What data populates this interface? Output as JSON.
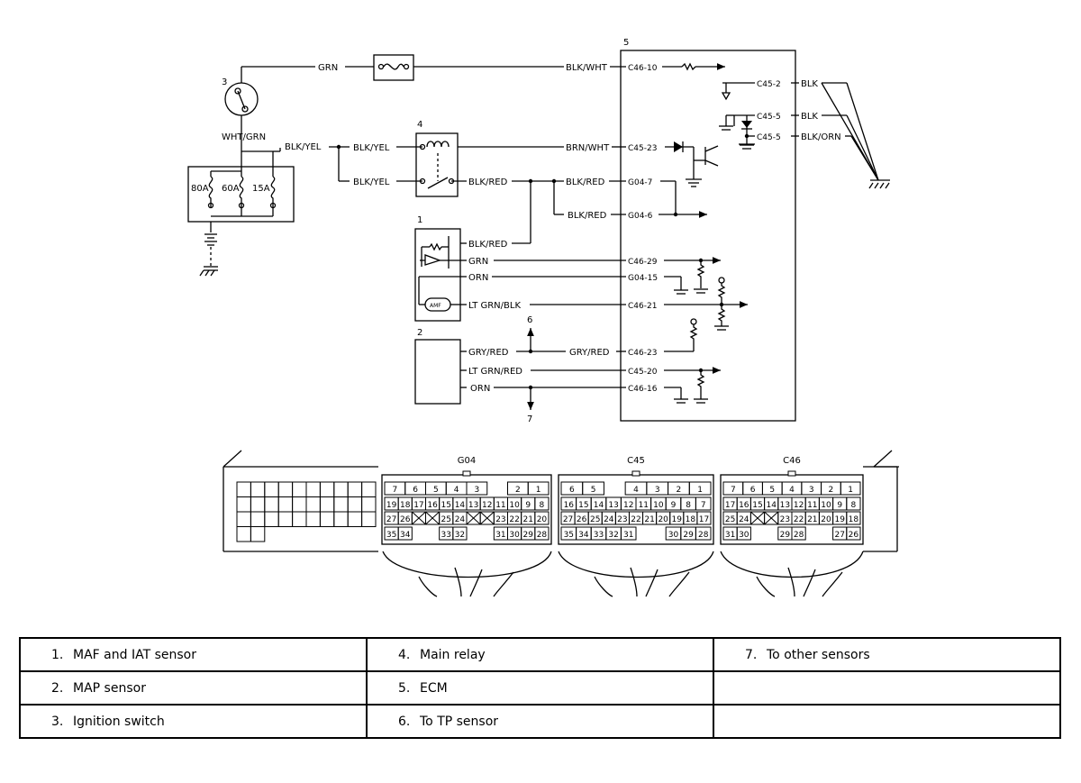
{
  "components": {
    "c1": "1",
    "c2": "2",
    "c3": "3",
    "c4": "4",
    "c5": "5",
    "c6": "6",
    "c7": "7"
  },
  "fuses": [
    "80A",
    "60A",
    "15A"
  ],
  "wires": {
    "grn_top": "GRN",
    "wht_grn": "WHT/GRN",
    "blk_yel": "BLK/YEL",
    "blk_wht": "BLK/WHT",
    "brn_wht": "BRN/WHT",
    "blk_red": "BLK/RED",
    "grn": "GRN",
    "orn": "ORN",
    "lt_grn_blk": "LT GRN/BLK",
    "gry_red": "GRY/RED",
    "lt_grn_red": "LT GRN/RED",
    "blk": "BLK",
    "blk_orn": "BLK/ORN"
  },
  "terminals": {
    "c46_10": "C46-10",
    "c45_2": "C45-2",
    "c45_5": "C45-5",
    "c45_23": "C45-23",
    "g04_7": "G04-7",
    "g04_6": "G04-6",
    "c46_29": "C46-29",
    "g04_15": "G04-15",
    "c46_21": "C46-21",
    "c46_23": "C46-23",
    "c45_20": "C45-20",
    "c46_16": "C46-16"
  },
  "maf_symbol": "AMF",
  "connectors": [
    {
      "name": "G04",
      "rows": [
        [
          "7",
          "6",
          "5",
          "4",
          "3",
          "",
          "2",
          "1"
        ],
        [
          "19",
          "18",
          "17",
          "16",
          "15",
          "14",
          "13",
          "12",
          "11",
          "10",
          "9",
          "8"
        ],
        [
          "27",
          "26",
          "x",
          "x",
          "25",
          "24",
          "x",
          "x",
          "23",
          "22",
          "21",
          "20"
        ],
        [
          "35",
          "34",
          "",
          "",
          "33",
          "32",
          "",
          "",
          "31",
          "30",
          "29",
          "28"
        ]
      ]
    },
    {
      "name": "C45",
      "rows": [
        [
          "6",
          "5",
          "",
          "4",
          "3",
          "2",
          "1"
        ],
        [
          "16",
          "15",
          "14",
          "13",
          "12",
          "11",
          "10",
          "9",
          "8",
          "7"
        ],
        [
          "27",
          "26",
          "25",
          "24",
          "23",
          "22",
          "21",
          "20",
          "19",
          "18",
          "17"
        ],
        [
          "35",
          "34",
          "33",
          "32",
          "31",
          "",
          "",
          "30",
          "29",
          "28"
        ]
      ]
    },
    {
      "name": "C46",
      "rows": [
        [
          "7",
          "6",
          "5",
          "4",
          "3",
          "2",
          "1"
        ],
        [
          "17",
          "16",
          "15",
          "14",
          "13",
          "12",
          "11",
          "10",
          "9",
          "8"
        ],
        [
          "25",
          "24",
          "x",
          "x",
          "23",
          "22",
          "21",
          "20",
          "19",
          "18"
        ],
        [
          "31",
          "30",
          "",
          "",
          "29",
          "28",
          "",
          "",
          "27",
          "26"
        ]
      ]
    }
  ],
  "legend": [
    [
      {
        "num": "1.",
        "text": "MAF and IAT sensor"
      },
      {
        "num": "4.",
        "text": "Main relay"
      },
      {
        "num": "7.",
        "text": "To other sensors"
      }
    ],
    [
      {
        "num": "2.",
        "text": "MAP sensor"
      },
      {
        "num": "5.",
        "text": "ECM"
      },
      {
        "num": "",
        "text": ""
      }
    ],
    [
      {
        "num": "3.",
        "text": "Ignition switch"
      },
      {
        "num": "6.",
        "text": "To TP sensor"
      },
      {
        "num": "",
        "text": ""
      }
    ]
  ]
}
